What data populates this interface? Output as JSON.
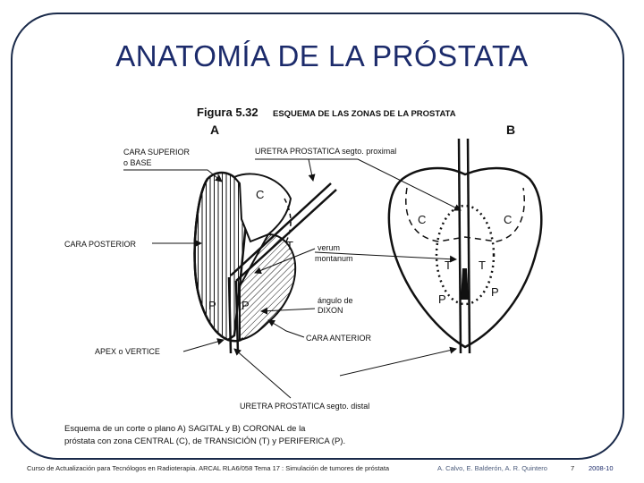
{
  "slide": {
    "title": "ANATOMÍA DE LA PRÓSTATA"
  },
  "figure": {
    "fig_number": "Figura 5.32",
    "fig_title": "ESQUEMA DE LAS ZONAS DE LA PROSTATA",
    "panel_a": "A",
    "panel_b": "B",
    "labels": {
      "cara_superior_1": "CARA SUPERIOR",
      "cara_superior_2": "o BASE",
      "cara_posterior": "CARA POSTERIOR",
      "apex": "APEX o VERTICE",
      "uretra_proximal": "URETRA PROSTATICA segto. proximal",
      "verum_1": "verum",
      "verum_2": "montanum",
      "angulo_1": "ángulo de",
      "angulo_2": "DIXON",
      "cara_anterior": "CARA ANTERIOR",
      "uretra_distal": "URETRA PROSTATICA segto. distal"
    },
    "zone_letters": {
      "central": "C",
      "transicion": "T",
      "periferica": "P"
    },
    "caption_1": "Esquema de un corte o plano A) SAGITAL y B) CORONAL de la",
    "caption_2": "próstata con zona CENTRAL (C), de TRANSICIÓN (T) y PERIFERICA (P)."
  },
  "footer": {
    "course": "Curso de Actualización para Tecnólogos en Radioterapia. ARCAL RLA6/058 Tema 17 : Simulación de tumores de próstata",
    "authors": "A. Calvo, E. Balderón, A. R. Quintero",
    "page": "7",
    "year": "2008-10"
  },
  "colors": {
    "title": "#1c2b6b",
    "frame": "#1a2a4a",
    "ink": "#111111"
  }
}
